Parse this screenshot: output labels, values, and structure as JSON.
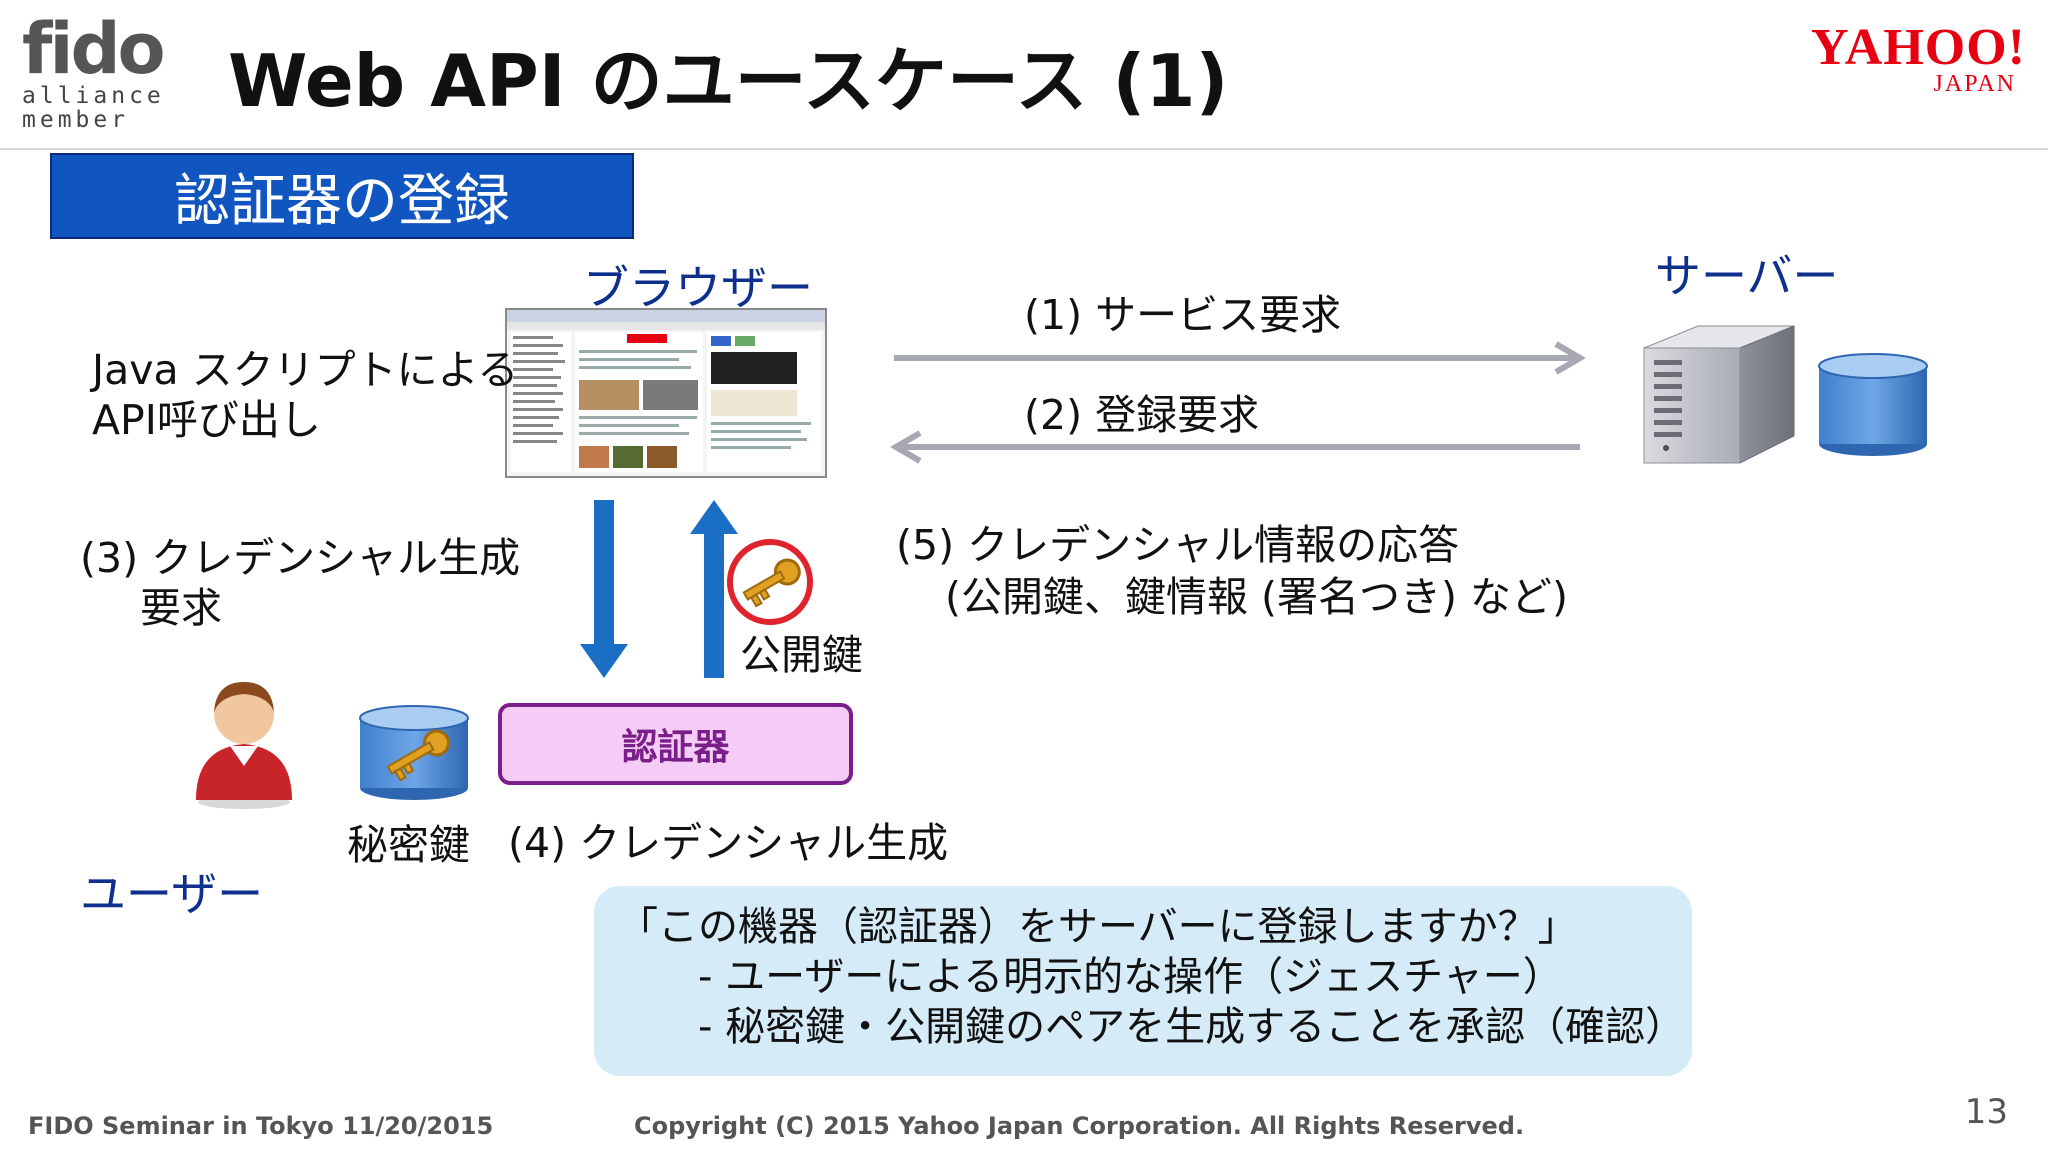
{
  "header": {
    "fido_logo": {
      "word": "fido",
      "line1": "alliance",
      "line2": "member"
    },
    "title": "Web API のユースケース (1)",
    "yahoo_logo": {
      "main": "YAHOO!",
      "sub": "JAPAN"
    }
  },
  "section_label": "認証器の登録",
  "diagram": {
    "browser_label": "ブラウザー",
    "server_label": "サーバー",
    "user_label": "ユーザー",
    "javascript_note": [
      "Java スクリプトによる",
      "API呼び出し"
    ],
    "step1": "(1) サービス要求",
    "step2": "(2) 登録要求",
    "step3": [
      "(3) クレデンシャル生成",
      "要求"
    ],
    "step4": "(4) クレデンシャル生成",
    "step5": [
      "(5) クレデンシャル情報の応答",
      "(公開鍵、鍵情報 (署名つき) など)"
    ],
    "public_key_label": "公開鍵",
    "private_key_label": "秘密鍵",
    "authenticator_label": "認証器"
  },
  "callout": [
    "「この機器（認証器）をサーバーに登録しますか？」",
    "- ユーザーによる明示的な操作（ジェスチャー）",
    "- 秘密鍵・公開鍵のペアを生成することを承認（確認）"
  ],
  "footer": {
    "left": "FIDO Seminar in Tokyo 11/20/2015",
    "center": "Copyright (C) 2015 Yahoo Japan Corporation. All Rights Reserved.",
    "page": "13"
  },
  "colors": {
    "accent_blue": "#1155c0",
    "label_navy": "#0e2f8c",
    "arrow_blue": "#1a6fc4",
    "arrow_gray": "#a6a8b4",
    "authenticator_border": "#7a1f8a",
    "authenticator_fill": "#f5ccf5",
    "callout_fill": "#d6ebf8",
    "yahoo_red": "#e60012"
  }
}
